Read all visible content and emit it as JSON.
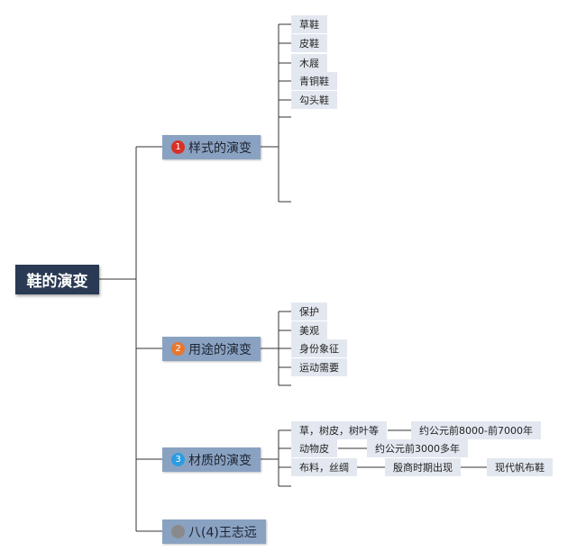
{
  "root": {
    "label": "鞋的演变"
  },
  "branches": [
    {
      "label": "样式的演变",
      "marker": "1",
      "marker_color": "#d93025",
      "children": [
        "草鞋",
        "皮鞋",
        "木屐",
        "青铜鞋",
        "勾头鞋"
      ]
    },
    {
      "label": "用途的演变",
      "marker": "2",
      "marker_color": "#e8772e",
      "children": [
        "保护",
        "美观",
        "身份象征",
        "运动需要"
      ]
    },
    {
      "label": "材质的演变",
      "marker": "3",
      "marker_color": "#2d9be0",
      "rows": [
        {
          "label": "草，树皮，树叶等",
          "next": [
            "约公元前8000-前7000年"
          ]
        },
        {
          "label": "动物皮",
          "next": [
            "约公元前3000多年"
          ]
        },
        {
          "label": "布料，丝绸",
          "next": [
            "殷商时期出现",
            "现代帆布鞋"
          ]
        }
      ]
    },
    {
      "label": "八(4)王志远",
      "marker": "",
      "marker_color": "#8a8a8a"
    }
  ],
  "colors": {
    "line": "#333333",
    "root_bg": "#2a3a54",
    "branch_bg": "#8aa2c2",
    "leaf_bg": "#e3e8f0"
  }
}
